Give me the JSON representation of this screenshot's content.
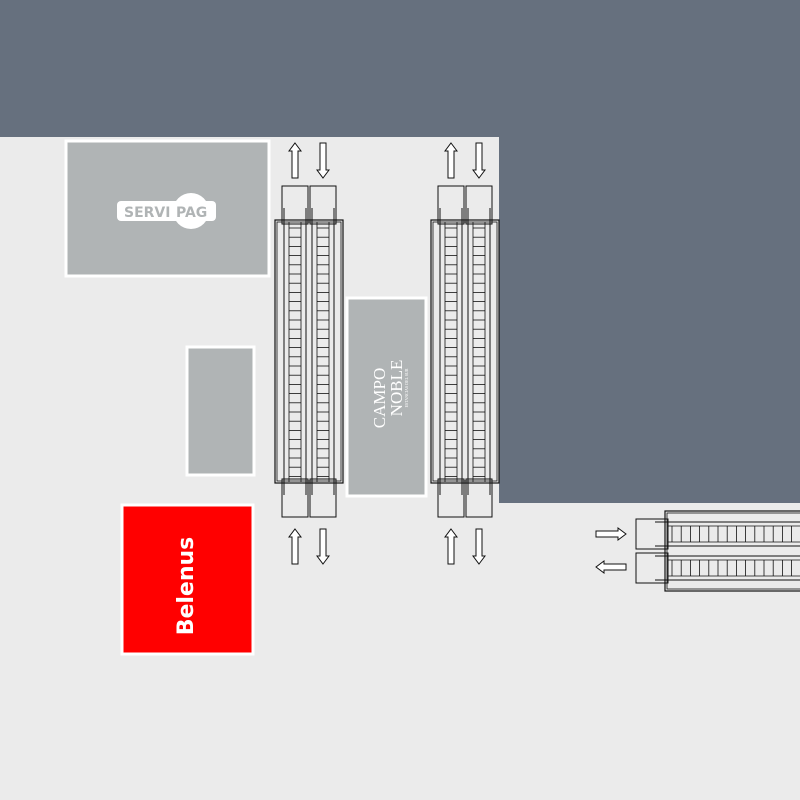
{
  "colors": {
    "floor": "#ebebeb",
    "void": "#66707e",
    "store_fill": "#b0b4b5",
    "store_border": "#ffffff",
    "escalator_line": "#111111",
    "belenus_red": "#ff0000",
    "label_white": "#ffffff"
  },
  "stores": {
    "servipag": {
      "logo_left": "SERVI",
      "logo_right": "PAG"
    },
    "campo_noble": {
      "line1": "CAMPO",
      "line2": "NOBLE",
      "tagline": "ESTANCIAS DEL SUR"
    },
    "unnamed": {},
    "belenus": {
      "label": "Belenus"
    }
  },
  "escalators": {
    "left_pair": {
      "directions": [
        "up",
        "down"
      ]
    },
    "right_pair": {
      "directions": [
        "up",
        "down"
      ]
    },
    "east_pair": {
      "directions": [
        "right",
        "left"
      ]
    }
  }
}
